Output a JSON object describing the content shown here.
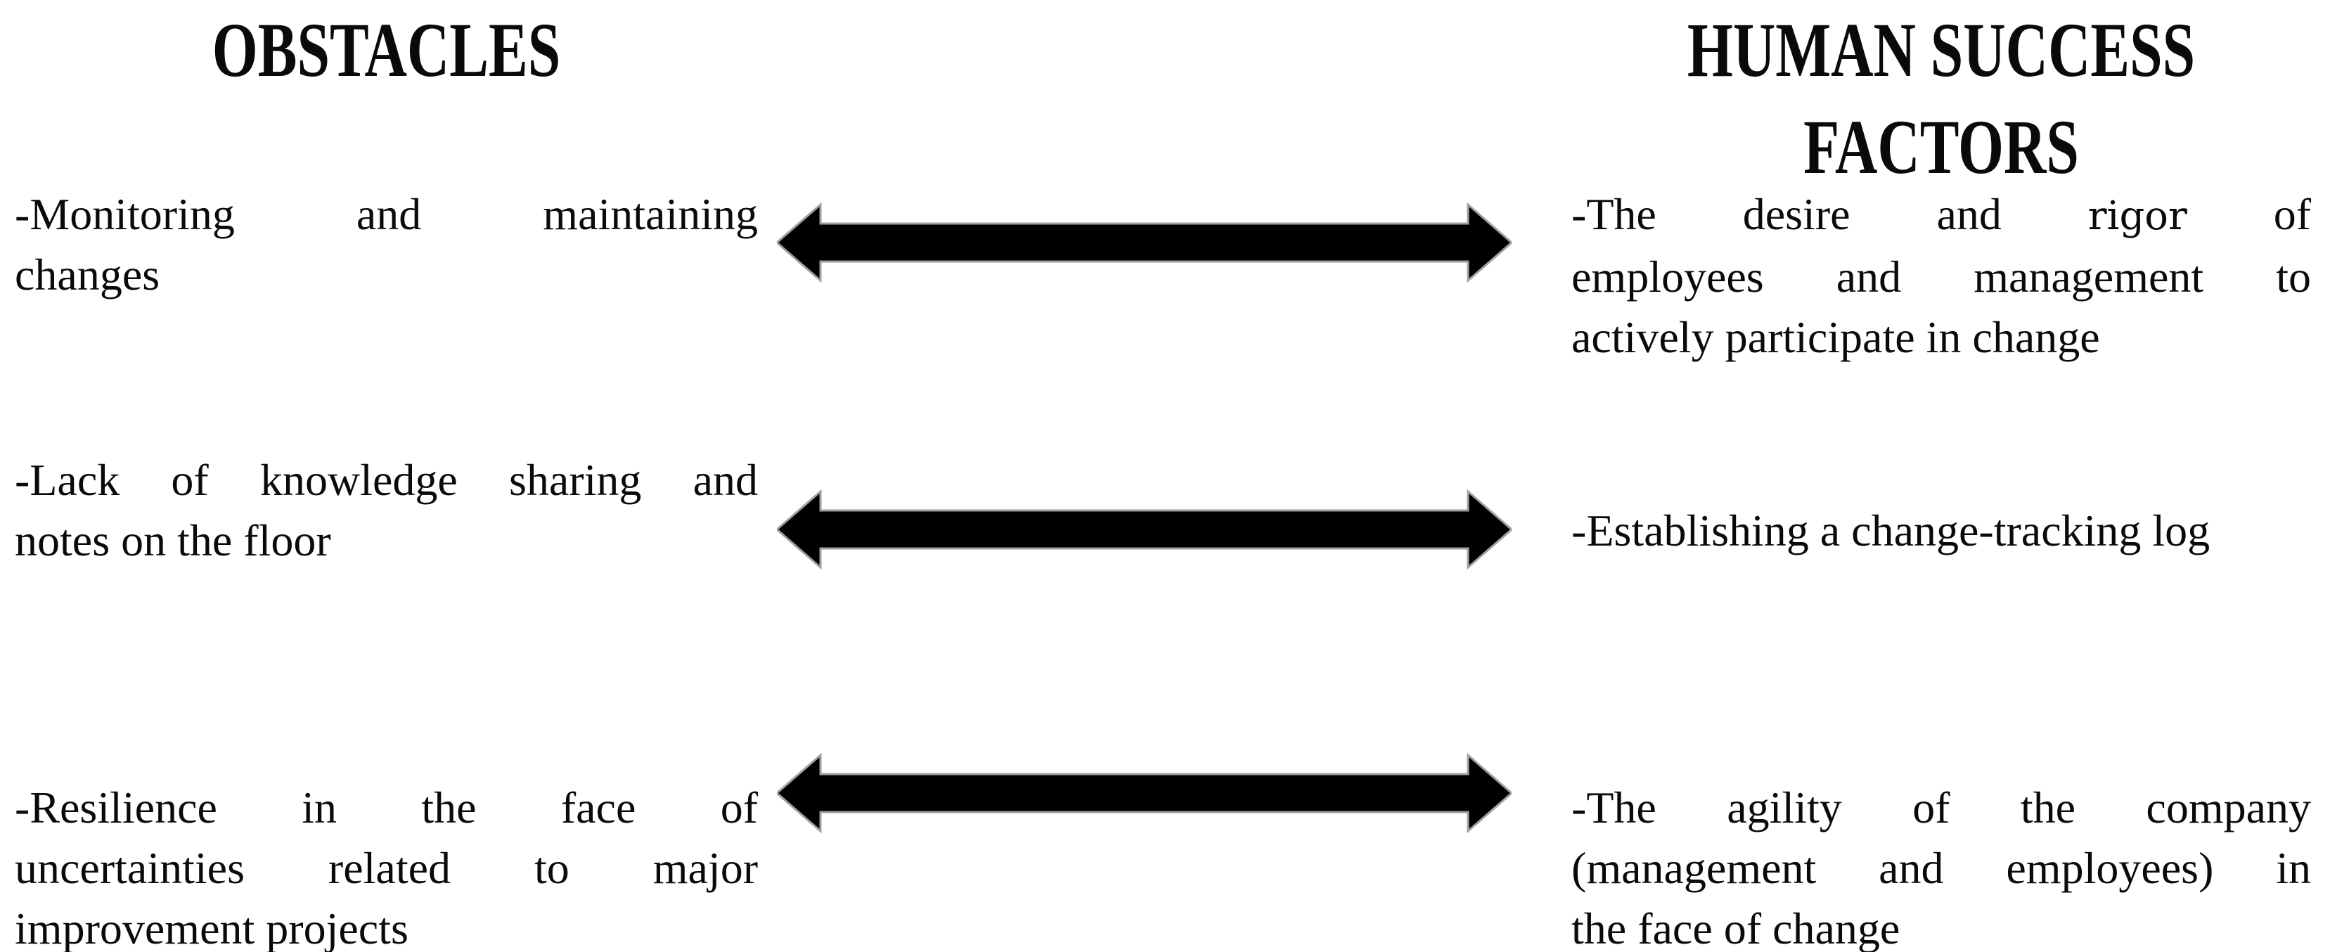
{
  "appearance": {
    "background_color": "#ffffff",
    "text_color": "#0a0a0a",
    "arrow_fill": "#000000",
    "arrow_edge": "#9f9f9f"
  },
  "headers": {
    "left": "OBSTACLES",
    "right": "HUMAN SUCCESS FACTORS"
  },
  "rows": [
    {
      "left_lines": [
        "-Monitoring and maintaining",
        "changes"
      ],
      "right_line1_segments": {
        "seg1": "-The desire and ",
        "seg2_alt_font": "rigor",
        "seg3": " of"
      },
      "right_lines": [
        "employees and management to",
        "actively participate in change"
      ],
      "connector": "double-headed-arrow"
    },
    {
      "left_lines": [
        "-Lack of knowledge sharing and",
        "notes on the floor"
      ],
      "right_lines": [
        "-Establishing a change-tracking log"
      ],
      "connector": "double-headed-arrow"
    },
    {
      "left_lines": [
        "-Resilience in the face of",
        "uncertainties related to major",
        "improvement projects"
      ],
      "right_lines": [
        "-The agility of the company",
        "(management and employees) in",
        "the face of change"
      ],
      "connector": "double-headed-arrow"
    }
  ]
}
